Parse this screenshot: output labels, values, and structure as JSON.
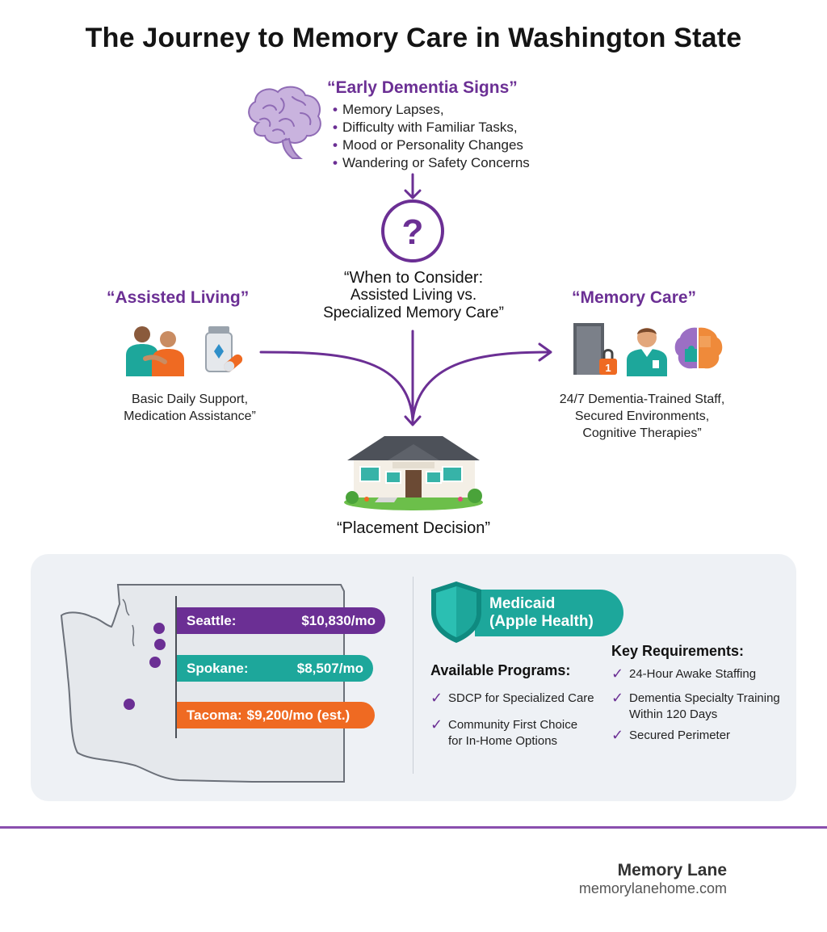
{
  "title": "The Journey to Memory Care in Washington State",
  "early_signs": {
    "title": "“Early Dementia Signs”",
    "items": [
      "Memory Lapses,",
      "Difficulty with Familiar Tasks,",
      "Mood or Personality Changes",
      "Wandering or Safety Concerns"
    ]
  },
  "consider": {
    "line1": "“When to Consider:",
    "line2": "Assisted Living vs.",
    "line3": "Specialized Memory Care”"
  },
  "assisted_living": {
    "title": "“Assisted Living”",
    "desc_line1": "Basic Daily Support,",
    "desc_line2": "Medication Assistance”"
  },
  "memory_care": {
    "title": "“Memory Care”",
    "desc_line1": "24/7 Dementia-Trained Staff,",
    "desc_line2": "Secured Environments,",
    "desc_line3": "Cognitive Therapies”"
  },
  "placement": "“Placement Decision”",
  "costs": [
    {
      "city": "Seattle:",
      "value": "$10,830/mo",
      "color": "#6b2f94"
    },
    {
      "city": "Spokane:",
      "value": "$8,507/mo",
      "color": "#1da79b"
    },
    {
      "city": "Tacoma:",
      "value": "$9,200/mo (est.)",
      "color": "#ef6a22"
    }
  ],
  "medicaid": {
    "line1": "Medicaid",
    "line2": "(Apple Health)",
    "programs_title": "Available Programs:",
    "programs": [
      {
        "line1": "SDCP for Specialized Care",
        "line2": ""
      },
      {
        "line1": "Community First Choice",
        "line2": "for In-Home Options"
      }
    ],
    "requirements_title": "Key Requirements:",
    "requirements": [
      {
        "line1": "24-Hour Awake Staffing",
        "line2": ""
      },
      {
        "line1": "Dementia Specialty Training",
        "line2": "Within 120 Days"
      },
      {
        "line1": "Secured Perimeter",
        "line2": ""
      }
    ]
  },
  "footer": {
    "brand": "Memory Lane",
    "url": "memorylanehome.com"
  },
  "colors": {
    "purple": "#6b2f94",
    "teal": "#1da79b",
    "orange": "#ef6a22",
    "panel": "#eef1f5"
  }
}
